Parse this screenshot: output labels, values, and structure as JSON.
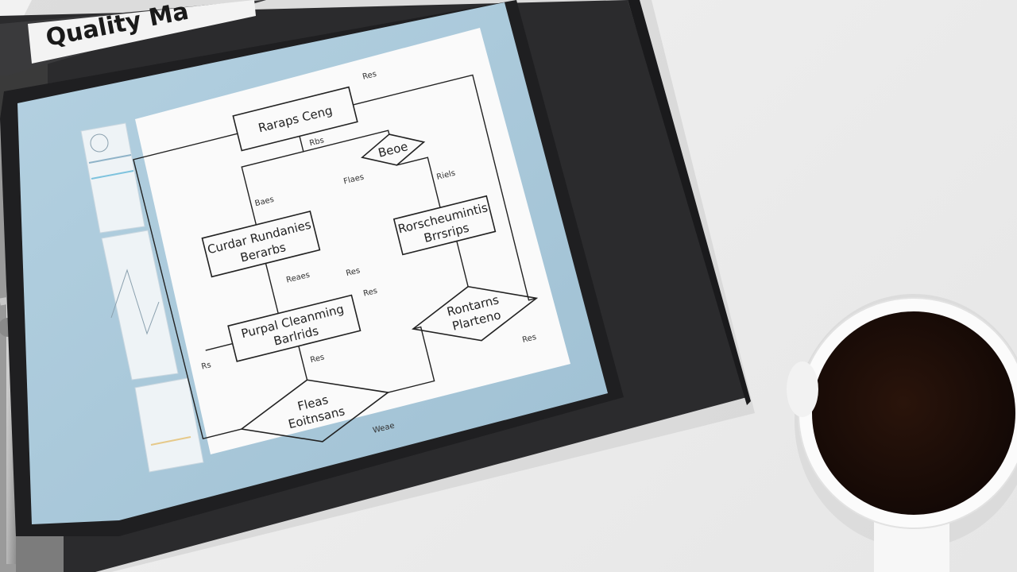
{
  "binder": {
    "tab_label": "Quality Ma"
  },
  "flowchart": {
    "nodes": [
      {
        "id": "top",
        "label": "Raraps Ceng"
      },
      {
        "id": "left1a",
        "label": "Curdar Rundanies"
      },
      {
        "id": "left1b",
        "label": "Berarbs"
      },
      {
        "id": "diamond-top",
        "label": "Beoe"
      },
      {
        "id": "right1a",
        "label": "Rorscheumintis"
      },
      {
        "id": "right1b",
        "label": "Brrsrips"
      },
      {
        "id": "center1a",
        "label": "Purpal Cleanming"
      },
      {
        "id": "center1b",
        "label": "Barlrids"
      },
      {
        "id": "diamond-right1",
        "label": "Rontarns"
      },
      {
        "id": "diamond-right2",
        "label": "Plarteno"
      },
      {
        "id": "diamond-bottom1",
        "label": "Fleas"
      },
      {
        "id": "diamond-bottom2",
        "label": "Eoitnsans"
      }
    ],
    "edge_labels": [
      {
        "id": "e1",
        "text": "Res"
      },
      {
        "id": "e2",
        "text": "Rbs"
      },
      {
        "id": "e3",
        "text": "Baes"
      },
      {
        "id": "e4",
        "text": "Flaes"
      },
      {
        "id": "e5",
        "text": "Riels"
      },
      {
        "id": "e6",
        "text": "Reaes"
      },
      {
        "id": "e7",
        "text": "Res"
      },
      {
        "id": "e8",
        "text": "Res"
      },
      {
        "id": "e9",
        "text": "Res"
      },
      {
        "id": "e10",
        "text": "Rs"
      },
      {
        "id": "e11",
        "text": "Weae"
      },
      {
        "id": "e12",
        "text": "Res"
      }
    ]
  },
  "colors": {
    "binder": "#2b2b2d",
    "tablet_screen": "#a9c8da",
    "paper": "#fafafa",
    "coffee": "#1a0d08",
    "cup": "#ffffff"
  }
}
